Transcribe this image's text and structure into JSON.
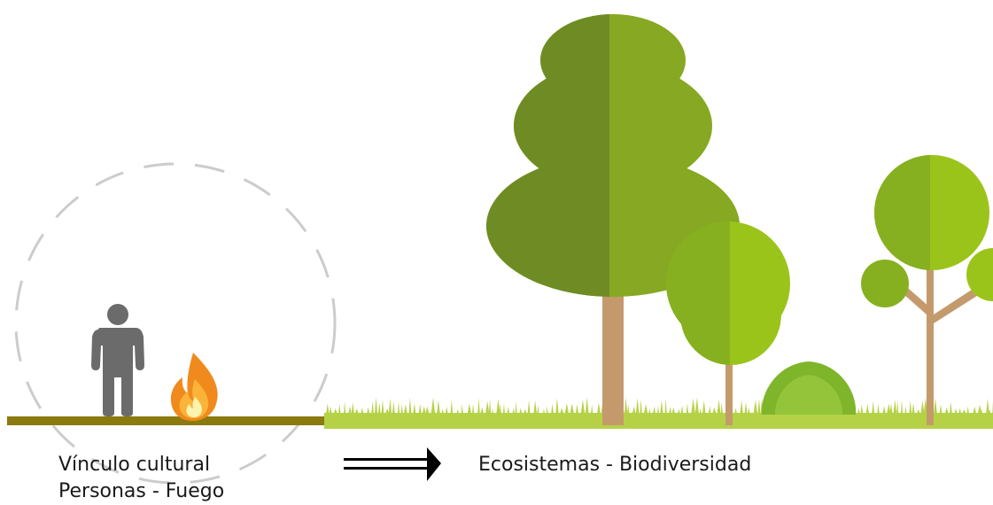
{
  "left_caption": {
    "line1": "Vínculo cultural",
    "line2": "Personas - Fuego"
  },
  "right_caption": {
    "line1": "Ecosistemas - Biodiversidad"
  },
  "icons": [
    "person-icon",
    "fire-icon",
    "arrow-icon",
    "large-tree",
    "medium-tree",
    "branched-tree",
    "bush"
  ],
  "colors": {
    "ground_left": "#8a7a10",
    "grass": "#b5d246",
    "dashed_circle": "#cccccc",
    "person": "#6b6b6b",
    "tree_dark": "#6e8c23",
    "tree_light": "#86a822",
    "trunk": "#c49a6c",
    "small_tree_light": "#9bc41b",
    "small_tree_dark": "#86b020",
    "bush": "#7fb52a"
  }
}
